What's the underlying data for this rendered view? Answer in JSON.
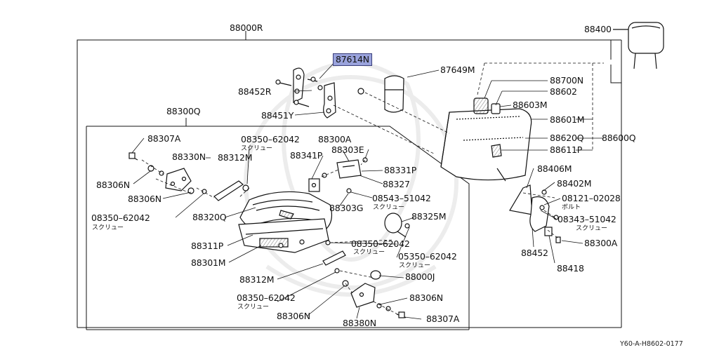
{
  "labels": {
    "p88000R": "88000R",
    "p88400": "88400",
    "p87614N": "87614N",
    "p87649M": "87649M",
    "p88452R": "88452R",
    "p88700N": "88700N",
    "p88602": "88602",
    "p88603M": "88603M",
    "p88451Y": "88451Y",
    "p88601M": "88601M",
    "p88300Q": "88300Q",
    "p88620Q": "88620Q",
    "p88600Q": "88600Q",
    "p88611P": "88611P",
    "p88307A_top": "88307A",
    "p08350_62042_a": "08350–62042",
    "p88300A_mid": "88300A",
    "p88303E": "88303E",
    "p88330N": "88330N",
    "p88341P": "88341P",
    "p88312M_top": "88312M",
    "p88331P": "88331P",
    "p88406M": "88406M",
    "p88306N_a": "88306N",
    "p88327": "88327",
    "p88402M": "88402M",
    "p88306N_b": "88306N",
    "p08543_51042": "08543–51042",
    "p08121_02028": "08121–02028",
    "p88303G": "88303G",
    "p08350_62042_b": "08350–62042",
    "p88325M": "88325M",
    "p08343_51042": "08343–51042",
    "p88320Q": "88320Q",
    "p08350_62042_c": "08350–62042",
    "p88311P": "88311P",
    "p88300A_right": "88300A",
    "p05350_62042": "05350–62042",
    "p88452": "88452",
    "p88301M": "88301M",
    "p88418": "88418",
    "p88312M_bottom": "88312M",
    "p88000J": "88000J",
    "p08350_62042_d": "08350–62042",
    "p88306N_c": "88306N",
    "p88306N_d": "88306N",
    "p88380N": "88380N",
    "p88307A_bottom": "88307A"
  },
  "notes": {
    "screw": "スクリュー",
    "bolt": "ボルト"
  },
  "footer": {
    "code": "Y60-A-H8602-0177"
  },
  "highlight_color": "#9aa3dc"
}
